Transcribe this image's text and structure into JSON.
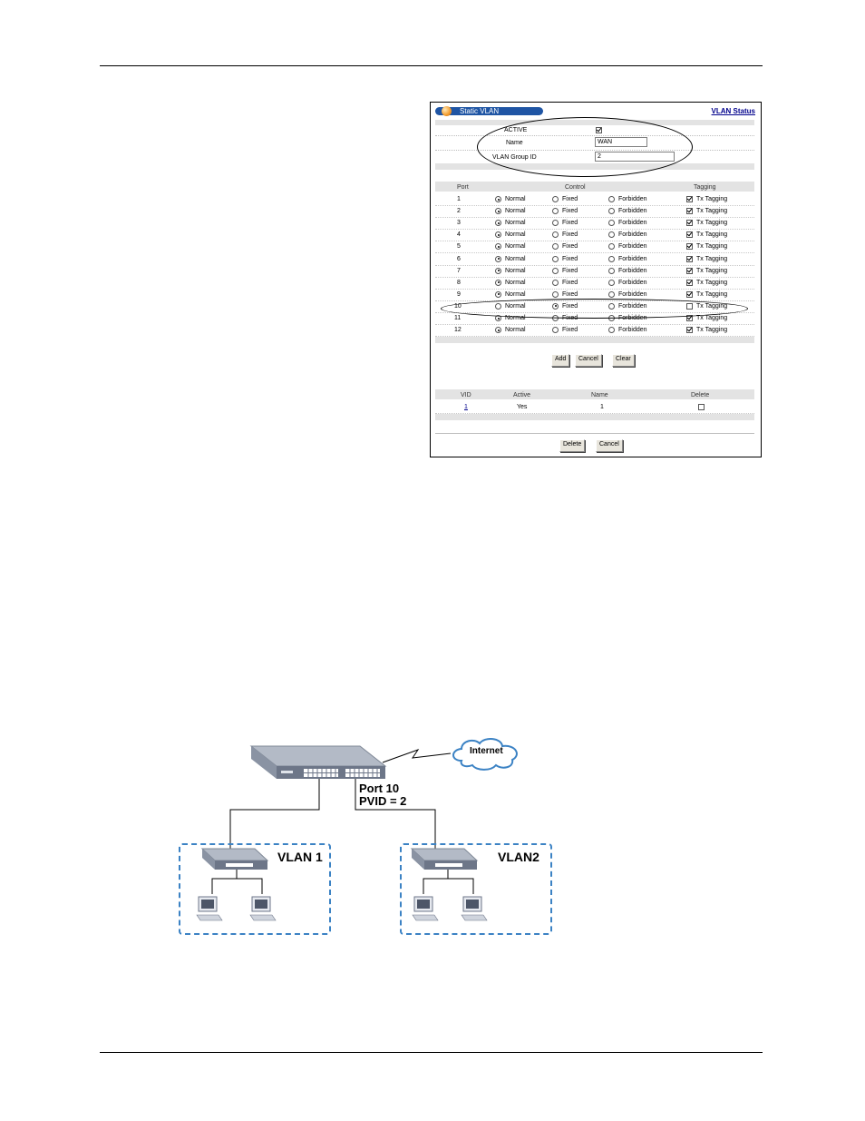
{
  "panel": {
    "title": "Static VLAN",
    "vlan_status_link": "VLAN Status",
    "active_label": "ACTIVE",
    "active_checked": true,
    "name_label": "Name",
    "name_value": "WAN",
    "group_id_label": "VLAN Group ID",
    "group_id_value": "2",
    "columns": {
      "port": "Port",
      "control": "Control",
      "tagging": "Tagging"
    },
    "option_labels": {
      "normal": "Normal",
      "fixed": "Fixed",
      "forbidden": "Forbidden",
      "tx": "Tx Tagging"
    },
    "ports": [
      {
        "port": "1",
        "control": "normal",
        "tx": true
      },
      {
        "port": "2",
        "control": "normal",
        "tx": true
      },
      {
        "port": "3",
        "control": "normal",
        "tx": true
      },
      {
        "port": "4",
        "control": "normal",
        "tx": true
      },
      {
        "port": "5",
        "control": "normal",
        "tx": true
      },
      {
        "port": "6",
        "control": "normal",
        "tx": true
      },
      {
        "port": "7",
        "control": "normal",
        "tx": true
      },
      {
        "port": "8",
        "control": "normal",
        "tx": true
      },
      {
        "port": "9",
        "control": "normal",
        "tx": true
      },
      {
        "port": "10",
        "control": "fixed",
        "tx": false
      },
      {
        "port": "11",
        "control": "normal",
        "tx": true
      },
      {
        "port": "12",
        "control": "normal",
        "tx": true
      }
    ],
    "buttons": {
      "add": "Add",
      "cancel": "Cancel",
      "clear": "Clear"
    },
    "summary_columns": {
      "vid": "VID",
      "active": "Active",
      "name": "Name",
      "delete": "Delete"
    },
    "summary_rows": [
      {
        "vid": "1",
        "active": "Yes",
        "name": "1",
        "delete": false
      }
    ],
    "bottom_buttons": {
      "delete": "Delete",
      "cancel": "Cancel"
    }
  },
  "diagram": {
    "internet": "Internet",
    "port_label": "Port 10",
    "pvid_label": "PVID = 2",
    "vlan1": "VLAN 1",
    "vlan2": "VLAN2"
  }
}
